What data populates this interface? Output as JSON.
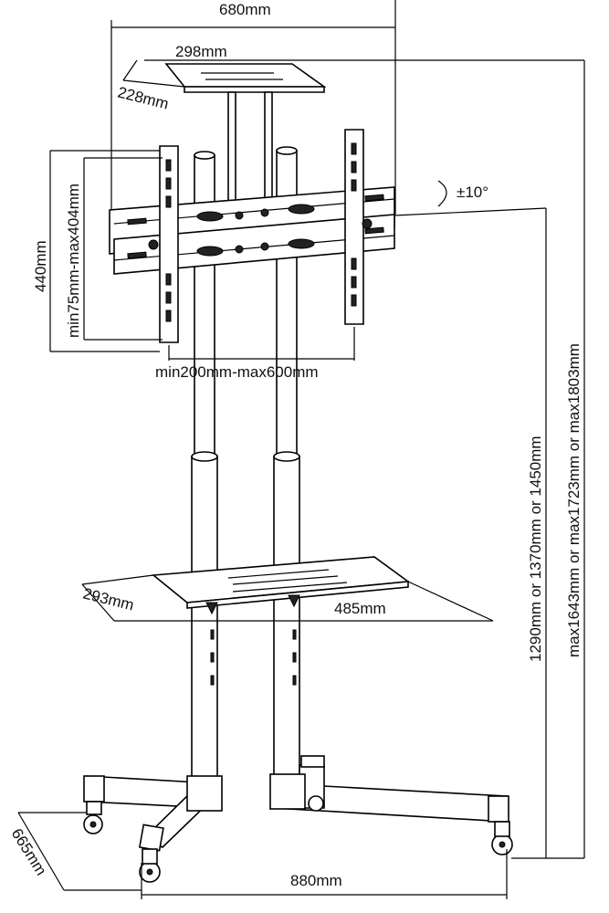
{
  "dimensions": {
    "overall_width": "680mm",
    "top_shelf_width": "298mm",
    "top_shelf_depth": "228mm",
    "tilt": "±10°",
    "vesa_vertical_span": "440mm",
    "vesa_vertical_range": "min75mm-max404mm",
    "vesa_horizontal_range": "min200mm-max600mm",
    "middle_shelf_depth": "293mm",
    "middle_shelf_width": "485mm",
    "base_depth": "665mm",
    "base_width": "880mm",
    "height_options": "1290mm or 1370mm or 1450mm",
    "max_height_options": "max1643mm or max1723mm or max1803mm"
  }
}
